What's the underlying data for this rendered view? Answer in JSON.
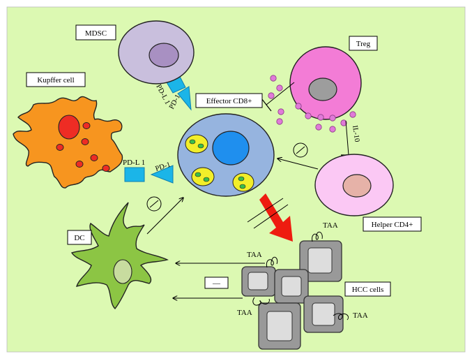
{
  "labels": {
    "mdsc": "MDSC",
    "treg": "Treg",
    "kupffer": "Kupffer cell",
    "effector": "Effector CD8+",
    "helper": "Helper CD4+",
    "dc": "DC",
    "hcc": "HCC cells",
    "pdl1_mdsc": "PD-L 1",
    "pd1_mdsc": "PD-1",
    "pdl1_kupffer": "PD-L 1",
    "pd1_kupffer": "PD-1",
    "il10": "IL-10",
    "taa_1": "TAA",
    "taa_2": "TAA",
    "taa_3": "TAA",
    "taa_4": "TAA",
    "minus_box": "—"
  },
  "colors": {
    "background": "#dcf9b2",
    "mdsc": "#c9bfdd",
    "mdsc_nucleus": "#a890c2",
    "treg": "#f37cd6",
    "treg_nucleus": "#9d9d9d",
    "kupffer": "#f7951f",
    "kupffer_nucleus": "#ee2c24",
    "effector": "#96b4df",
    "effector_nucleus": "#1f8fee",
    "granule": "#f2ee2a",
    "granule_dot": "#3bbf4a",
    "helper": "#fbc8f4",
    "helper_nucleus": "#e6b2a8",
    "dc": "#8cc544",
    "dc_nucleus": "#c8dc9f",
    "hcc_outer": "#999999",
    "hcc_inner": "#dddddd",
    "pd_connector": "#1bb5e8",
    "il10_dot": "#e07ad8",
    "red_arrow": "#ee1c10"
  }
}
